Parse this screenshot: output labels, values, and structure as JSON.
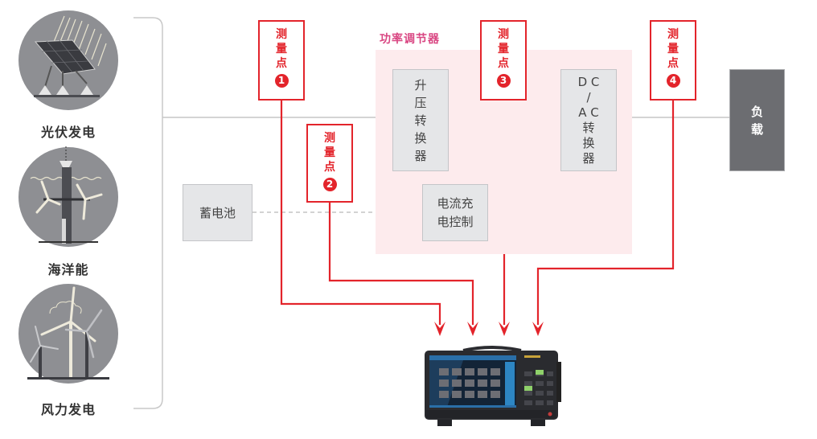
{
  "sources": [
    {
      "label": "光伏发电",
      "icon": "solar-panel-icon"
    },
    {
      "label": "海洋能",
      "icon": "tidal-turbine-icon"
    },
    {
      "label": "风力发电",
      "icon": "wind-turbine-icon"
    }
  ],
  "power_conditioner": {
    "title": "功率调节器",
    "boost_converter": [
      "升",
      "压",
      "转",
      "换",
      "器"
    ],
    "dcac_converter": [
      "D C",
      "/",
      "A C",
      "转",
      "换",
      "器"
    ],
    "charge_control": [
      "电流充",
      "电控制"
    ]
  },
  "battery": {
    "label": "蓄电池"
  },
  "load": {
    "label": [
      "负",
      "载"
    ]
  },
  "measurement_points": [
    {
      "chars": [
        "测",
        "量",
        "点"
      ],
      "number": "1"
    },
    {
      "chars": [
        "测",
        "量",
        "点"
      ],
      "number": "2"
    },
    {
      "chars": [
        "测",
        "量",
        "点"
      ],
      "number": "3"
    },
    {
      "chars": [
        "测",
        "量",
        "点"
      ],
      "number": "4"
    }
  ],
  "instrument": {
    "icon": "power-analyzer-icon"
  },
  "colors": {
    "accent_red": "#e3242b",
    "region_title": "#d94682",
    "region_bg": "#fdebed",
    "load_bg": "#6c6d71",
    "block_bg": "#e5e6e8"
  }
}
